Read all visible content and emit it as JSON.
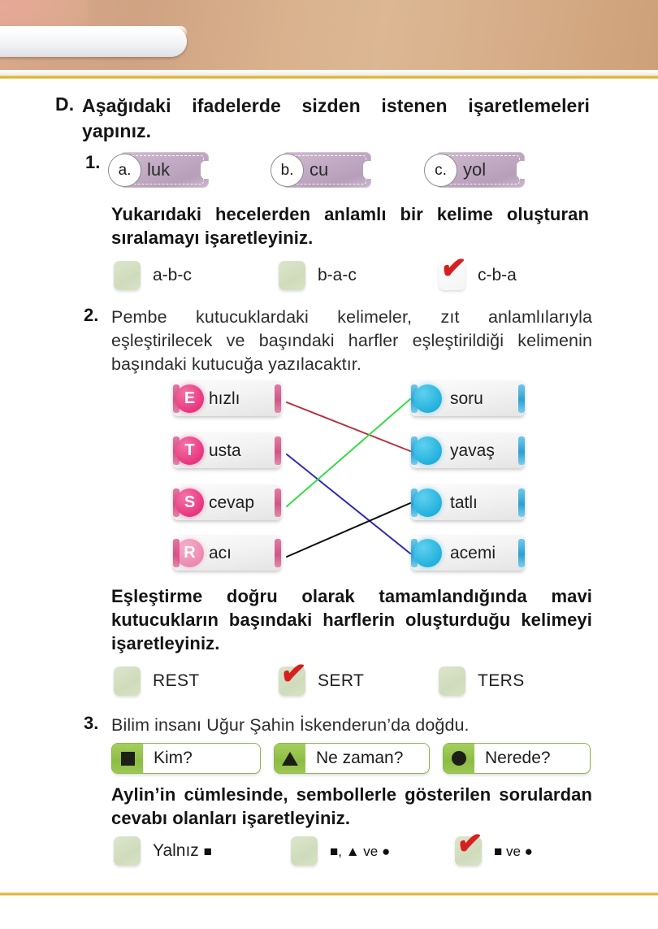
{
  "section": {
    "letter": "D.",
    "instruction": "Aşağıdaki ifadelerde sizden istenen işaretlemeleri yapınız."
  },
  "q1": {
    "number": "1.",
    "syllables": [
      {
        "tag": "a.",
        "text": "luk"
      },
      {
        "tag": "b.",
        "text": "cu"
      },
      {
        "tag": "c.",
        "text": "yol"
      }
    ],
    "prompt": "Yukarıdaki hecelerden anlamlı bir kelime oluşturan sıralamayı işaretleyiniz.",
    "options": [
      {
        "label": "a-b-c",
        "checked": false
      },
      {
        "label": "b-a-c",
        "checked": false
      },
      {
        "label": "c-b-a",
        "checked": true
      }
    ],
    "check_mark": "✔"
  },
  "q2": {
    "number": "2.",
    "paragraph": "Pembe kutucuklardaki kelimeler, zıt anlamlılarıyla eşleştirilecek ve başındaki harfler eşleştirildiği kelimenin başındaki kutucuğa yazılacaktır.",
    "left_items": [
      {
        "letter": "E",
        "word": "hızlı"
      },
      {
        "letter": "T",
        "word": "usta"
      },
      {
        "letter": "S",
        "word": "cevap"
      },
      {
        "letter": "R",
        "word": "acı"
      }
    ],
    "right_items": [
      {
        "letter": "",
        "word": "soru"
      },
      {
        "letter": "",
        "word": "yavaş"
      },
      {
        "letter": "",
        "word": "tatlı"
      },
      {
        "letter": "",
        "word": "acemi"
      }
    ],
    "connections": [
      {
        "from": 0,
        "to": 1,
        "color": "#b4343f"
      },
      {
        "from": 1,
        "to": 3,
        "color": "#2b2bb4"
      },
      {
        "from": 2,
        "to": 0,
        "color": "#35dc46"
      },
      {
        "from": 3,
        "to": 2,
        "color": "#0d0d0d"
      }
    ],
    "prompt": "Eşleştirme doğru olarak tamamlandığında mavi kutucukların başındaki harflerin oluşturduğu kelimeyi işaretleyiniz.",
    "options": [
      {
        "label": "REST",
        "checked": false
      },
      {
        "label": "SERT",
        "checked": true
      },
      {
        "label": "TERS",
        "checked": false
      }
    ]
  },
  "q3": {
    "number": "3.",
    "sentence": "Bilim insanı Uğur Şahin İskenderun’da doğdu.",
    "tags": [
      {
        "glyph": "square",
        "label": "Kim?"
      },
      {
        "glyph": "triangle",
        "label": "Ne zaman?"
      },
      {
        "glyph": "circle",
        "label": "Nerede?"
      }
    ],
    "prompt": "Aylin’in cümlesinde, sembollerle gösterilen sorulardan cevabı olanları işaretleyiniz.",
    "options": [
      {
        "pre": "Yalnız ",
        "glyphs": "■",
        "checked": false
      },
      {
        "pre": "",
        "glyphs": "■, ▲ ve ●",
        "checked": false
      },
      {
        "pre": "",
        "glyphs": "■ ve ●",
        "checked": true
      }
    ]
  },
  "colors": {
    "pink": "#e8367f",
    "blue": "#23b1dd",
    "green_check_box": "#cfdcbb",
    "red_tick": "#d81f1f",
    "gold_rule": "#d4a726",
    "header_tan": "#d5a487"
  }
}
